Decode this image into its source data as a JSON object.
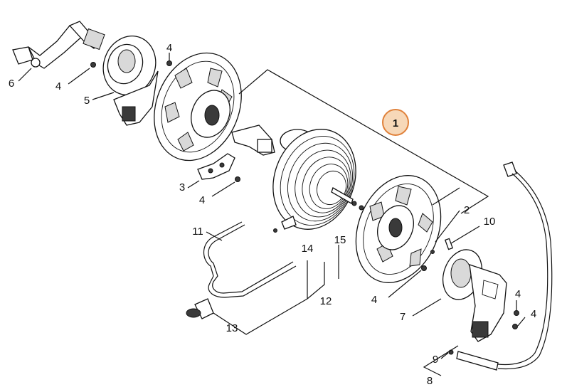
{
  "diagram": {
    "callouts": [
      {
        "id": "1",
        "text": "1",
        "highlight": true
      },
      {
        "id": "2",
        "text": "2"
      },
      {
        "id": "3",
        "text": "3"
      },
      {
        "id": "4a",
        "text": "4"
      },
      {
        "id": "4b",
        "text": "4"
      },
      {
        "id": "4c",
        "text": "4"
      },
      {
        "id": "4d",
        "text": "4"
      },
      {
        "id": "4e",
        "text": "4"
      },
      {
        "id": "4f",
        "text": "4"
      },
      {
        "id": "5",
        "text": "5"
      },
      {
        "id": "6",
        "text": "6"
      },
      {
        "id": "7",
        "text": "7"
      },
      {
        "id": "8",
        "text": "8"
      },
      {
        "id": "9",
        "text": "9"
      },
      {
        "id": "10",
        "text": "10"
      },
      {
        "id": "11",
        "text": "11"
      },
      {
        "id": "12",
        "text": "12"
      },
      {
        "id": "13",
        "text": "13"
      },
      {
        "id": "14",
        "text": "14"
      },
      {
        "id": "15",
        "text": "15"
      }
    ],
    "highlight_color": "#e0813a",
    "highlight_fill": "#f7d8b8"
  }
}
